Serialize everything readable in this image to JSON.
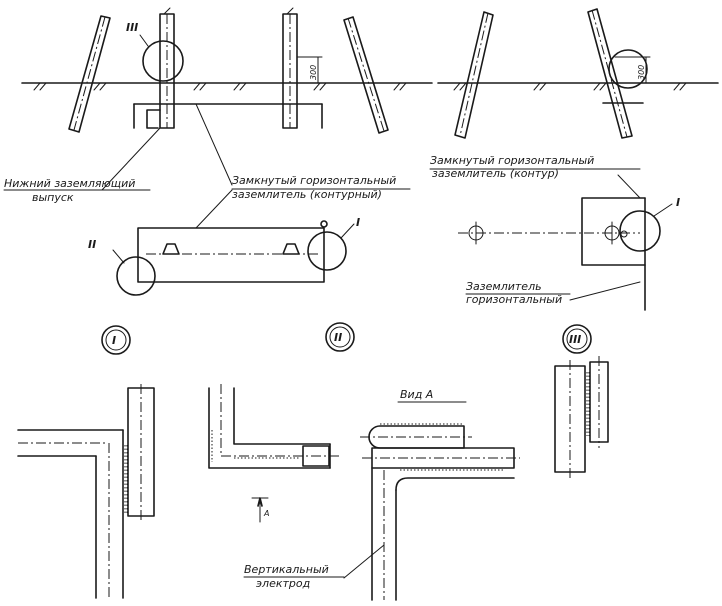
{
  "labels": {
    "bottom_outlet_1": "Нижний заземляющий",
    "bottom_outlet_2": "выпуск",
    "closed_contour_1": "Замкнутый горизонтальный",
    "closed_contour_2": "заземлитель (контурный)",
    "closed_contour_right_1": "Замкнутый горизонтальный",
    "closed_contour_right_2": "заземлитель (контур)",
    "horizontal_electrode_1": "Заземлитель",
    "horizontal_electrode_2": "горизонтальный",
    "vertical_electrode_1": "Вертикальный",
    "vertical_electrode_2": "электрод",
    "view_a": "Вид А",
    "arrow_a": "А",
    "depth_left": "300",
    "depth_right": "300"
  },
  "callouts": {
    "one": "I",
    "two": "II",
    "three": "III"
  }
}
